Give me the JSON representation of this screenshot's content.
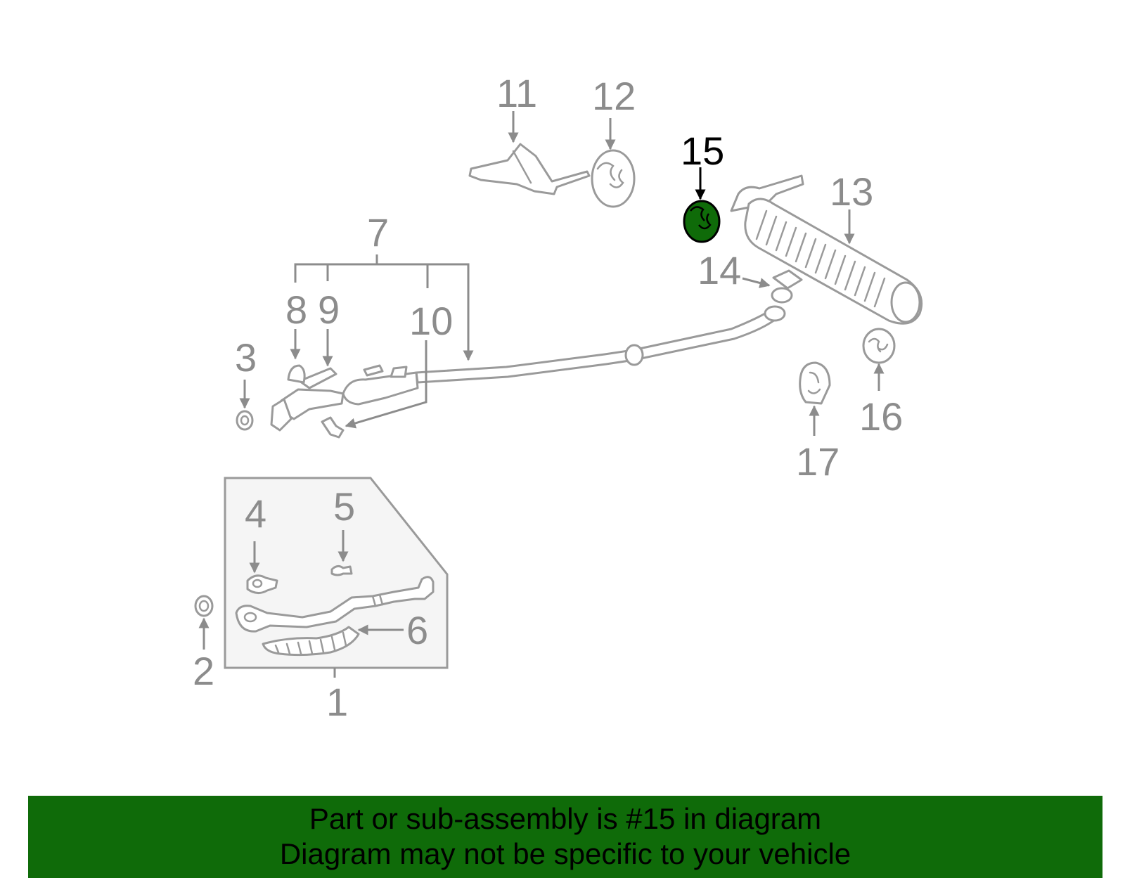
{
  "callouts": [
    {
      "id": "1",
      "label": "1"
    },
    {
      "id": "2",
      "label": "2"
    },
    {
      "id": "3",
      "label": "3"
    },
    {
      "id": "4",
      "label": "4"
    },
    {
      "id": "5",
      "label": "5"
    },
    {
      "id": "6",
      "label": "6"
    },
    {
      "id": "7",
      "label": "7"
    },
    {
      "id": "8",
      "label": "8"
    },
    {
      "id": "9",
      "label": "9"
    },
    {
      "id": "10",
      "label": "10"
    },
    {
      "id": "11",
      "label": "11"
    },
    {
      "id": "12",
      "label": "12"
    },
    {
      "id": "13",
      "label": "13"
    },
    {
      "id": "14",
      "label": "14"
    },
    {
      "id": "15",
      "label": "15",
      "highlighted": true
    },
    {
      "id": "16",
      "label": "16"
    },
    {
      "id": "17",
      "label": "17"
    }
  ],
  "highlight_color": "#0f6b09",
  "banner": {
    "line1": "Part or sub-assembly is #15 in diagram",
    "line2": "Diagram may not be specific to your vehicle"
  }
}
